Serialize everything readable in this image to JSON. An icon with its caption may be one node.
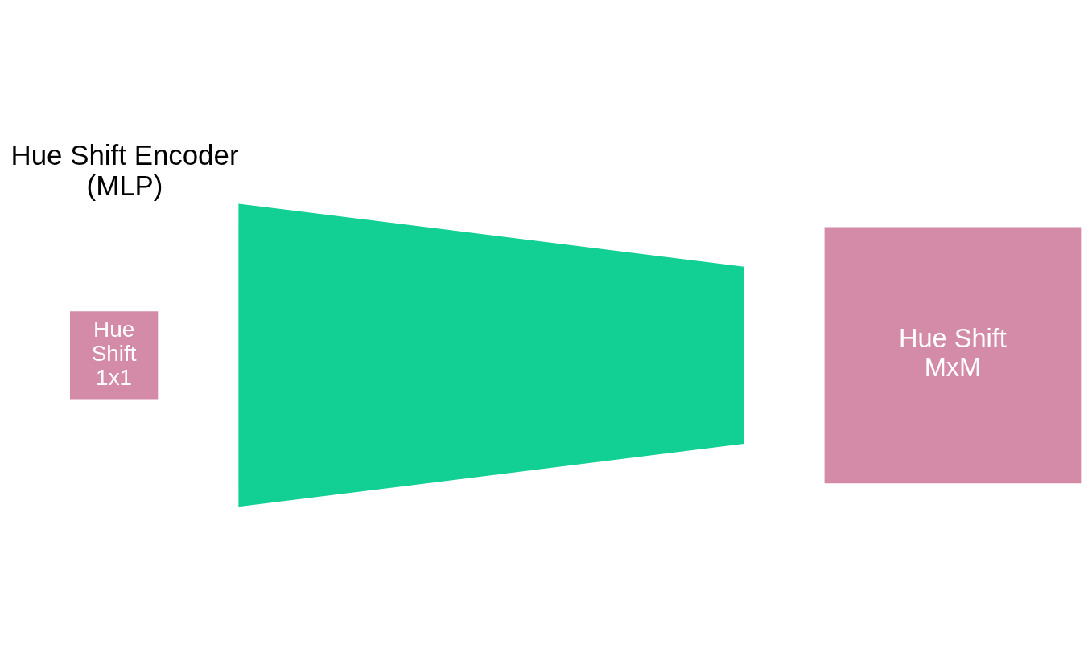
{
  "diagram": {
    "nodes": [
      {
        "text": [
          "Hue Shift 1x1"
        ]
      },
      {
        "text": [
          "Hue Shift Encoder (MLP)"
        ]
      },
      {
        "text": [
          "Hue Shift MxM"
        ]
      }
    ],
    "edges": []
  }
}
